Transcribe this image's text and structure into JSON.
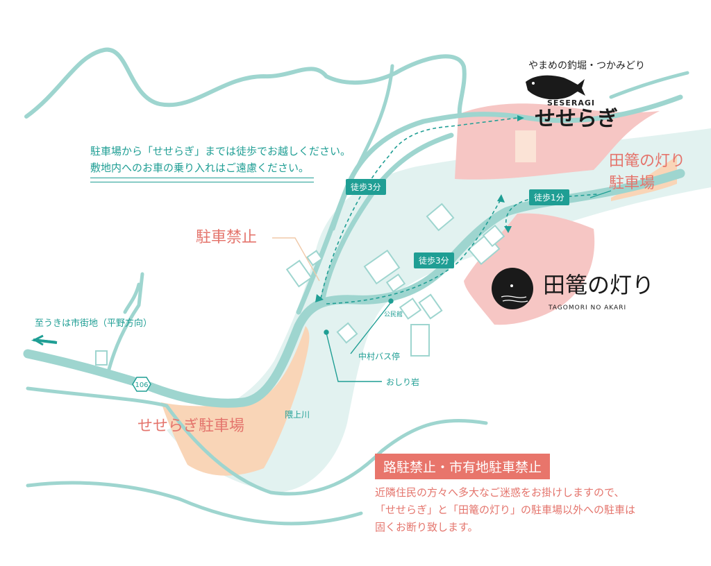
{
  "brand": {
    "tagline": "やまめの釣堀・つかみどり",
    "romaji": "SESERAGI",
    "name": "せせらぎ"
  },
  "tagomori": {
    "name": "田篭の灯り",
    "romaji": "TAGOMORI NO AKARI"
  },
  "instructions": {
    "line1": "駐車場から「せせらぎ」までは徒歩でお越しください。",
    "line2": "敷地内へのお車の乗り入れはご遠慮ください。"
  },
  "labels": {
    "no_parking": "駐車禁止",
    "seseragi_parking": "せせらぎ駐車場",
    "tagomori_parking_line1": "田篭の灯り",
    "tagomori_parking_line2": "駐車場",
    "direction": "至うきは市街地（平野方向）",
    "route_number": "106",
    "river": "隈上川",
    "bus_stop": "中村バス停",
    "rock": "おしり岩",
    "hall": "公民館"
  },
  "walk_times": {
    "upper": "徒歩3分",
    "middle": "徒歩1分",
    "lower": "徒歩3分"
  },
  "notice": {
    "title": "路駐禁止・市有地駐車禁止",
    "line1": "近隣住民の方々へ多大なご迷惑をお掛けしますので、",
    "line2": "「せせらぎ」と「田篭の灯り」の駐車場以外への駐車は",
    "line3": "固くお断り致します。"
  },
  "colors": {
    "road": "#9ed5cf",
    "river": "#e2f2f0",
    "teal": "#1f9e94",
    "coral": "#e4746c",
    "pink_area": "#f6c6c4",
    "peach_area": "#f9d5b7"
  }
}
